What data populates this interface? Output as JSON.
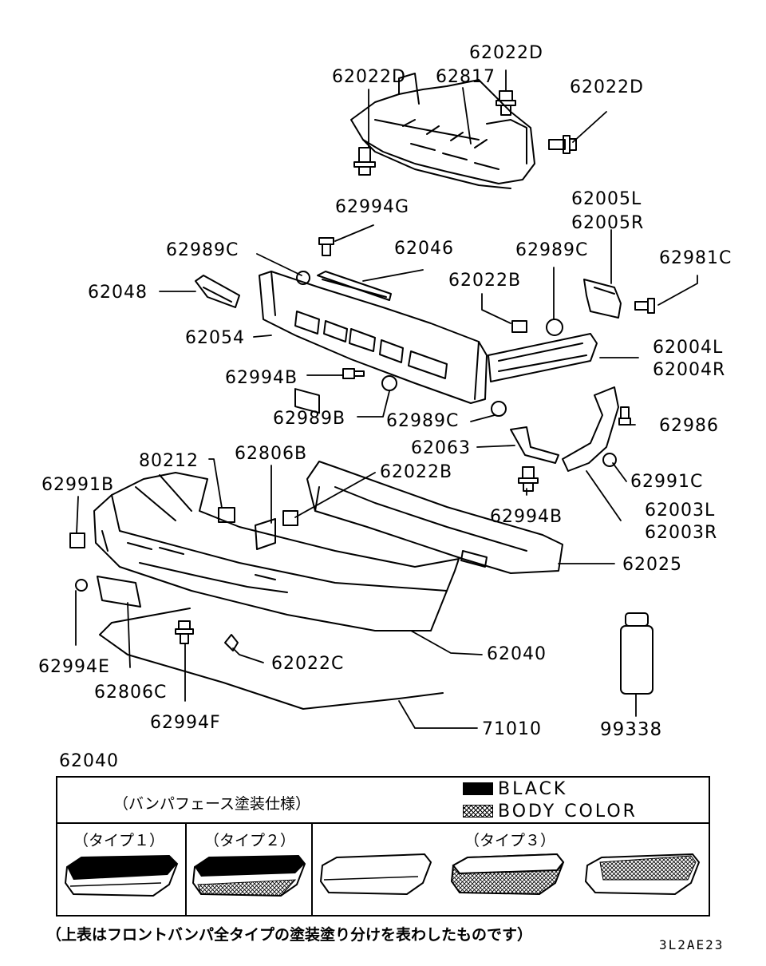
{
  "labels": {
    "p62022D_top": "62022D",
    "p62022D_left": "62022D",
    "p62817": "62817",
    "p62022D_right": "62022D",
    "p62994G": "62994G",
    "p62005L": "62005L",
    "p62005R": "62005R",
    "p62989C_left": "62989C",
    "p62046": "62046",
    "p62989C_right": "62989C",
    "p62981C": "62981C",
    "p62048": "62048",
    "p62022B_mid": "62022B",
    "p62054": "62054",
    "p62004L": "62004L",
    "p62004R": "62004R",
    "p62994B_mid": "62994B",
    "p62989B": "62989B",
    "p62989C_low": "62989C",
    "p62986": "62986",
    "p62063": "62063",
    "p80212": "80212",
    "p62806B": "62806B",
    "p62022B_low": "62022B",
    "p62991C": "62991C",
    "p62991B": "62991B",
    "p62994B_low": "62994B",
    "p62003L": "62003L",
    "p62003R": "62003R",
    "p62025": "62025",
    "p62994E": "62994E",
    "p62022C": "62022C",
    "p62040": "62040",
    "p62806C": "62806C",
    "p62994F": "62994F",
    "p71010": "71010",
    "p99338": "99338"
  },
  "legend": {
    "ref": "62040",
    "header": "（バンパフェース塗装仕様）",
    "black": "BLACK",
    "body_color": "BODY  COLOR",
    "type1": "（タイプ１）",
    "type2": "（タイプ２）",
    "type3": "（タイプ３）"
  },
  "footnote": "（上表はフロントバンパ全タイプの塗装塗り分けを表わしたものです）",
  "diagram_code": "3L2AE23"
}
